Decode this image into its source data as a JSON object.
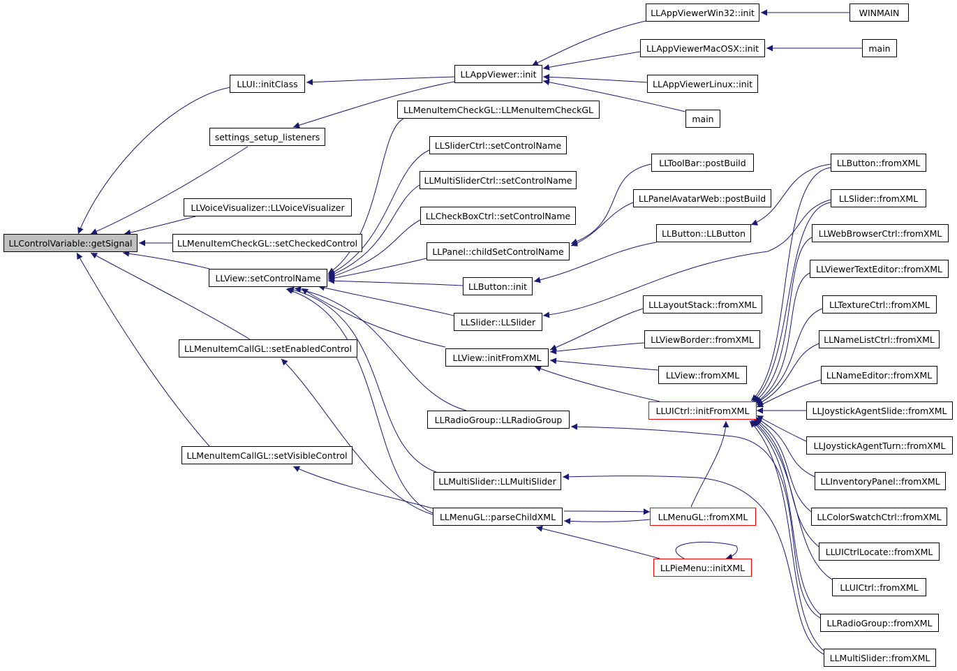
{
  "graph": {
    "edge_color": "#191970",
    "focus_fill": "#bfbfbf",
    "truncated_border": "#ff0000",
    "nodes": {
      "getSignal": "LLControlVariable::getSignal",
      "uiInitClass": "LLUI::initClass",
      "settingsSetup": "settings_setup_listeners",
      "voiceVisualizer": "LLVoiceVisualizer::LLVoiceVisualizer",
      "setCheckedControl": "LLMenuItemCheckGL::setCheckedControl",
      "viewSetControlName": "LLView::setControlName",
      "setEnabledControl": "LLMenuItemCallGL::setEnabledControl",
      "setVisibleControl": "LLMenuItemCallGL::setVisibleControl",
      "appViewerInit": "LLAppViewer::init",
      "menuItemCheckGL": "LLMenuItemCheckGL::LLMenuItemCheckGL",
      "sliderSetControlName": "LLSliderCtrl::setControlName",
      "multiSliderSetControlName": "LLMultiSliderCtrl::setControlName",
      "checkBoxSetControlName": "LLCheckBoxCtrl::setControlName",
      "panelChildSet": "LLPanel::childSetControlName",
      "buttonInit": "LLButton::init",
      "sliderCtor": "LLSlider::LLSlider",
      "viewInitFromXML": "LLView::initFromXML",
      "radioGroupCtor": "LLRadioGroup::LLRadioGroup",
      "multiSliderCtor": "LLMultiSlider::LLMultiSlider",
      "menuParseChild": "LLMenuGL::parseChildXML",
      "appWin32": "LLAppViewerWin32::init",
      "appMacOSX": "LLAppViewerMacOSX::init",
      "appLinux": "LLAppViewerLinux::init",
      "mainA": "main",
      "toolBarPost": "LLToolBar::postBuild",
      "panelAvatarWeb": "LLPanelAvatarWeb::postBuild",
      "buttonCtor": "LLButton::LLButton",
      "layoutStack": "LLLayoutStack::fromXML",
      "viewBorder": "LLViewBorder::fromXML",
      "viewFromXML": "LLView::fromXML",
      "uiCtrlInitFromXML": "LLUICtrl::initFromXML",
      "menuFromXML": "LLMenuGL::fromXML",
      "pieMenuInit": "LLPieMenu::initXML",
      "winmain": "WINMAIN",
      "mainB": "main",
      "buttonFromXML": "LLButton::fromXML",
      "sliderFromXML": "LLSlider::fromXML",
      "webBrowser": "LLWebBrowserCtrl::fromXML",
      "viewerTextEditor": "LLViewerTextEditor::fromXML",
      "textureCtrl": "LLTextureCtrl::fromXML",
      "nameListCtrl": "LLNameListCtrl::fromXML",
      "nameEditor": "LLNameEditor::fromXML",
      "joystickSlide": "LLJoystickAgentSlide::fromXML",
      "joystickTurn": "LLJoystickAgentTurn::fromXML",
      "inventoryPanel": "LLInventoryPanel::fromXML",
      "colorSwatch": "LLColorSwatchCtrl::fromXML",
      "uiCtrlLocate": "LLUICtrlLocate::fromXML",
      "uiCtrlFromXML": "LLUICtrl::fromXML",
      "radioGroupFromXML": "LLRadioGroup::fromXML",
      "multiSliderFromXML": "LLMultiSlider::fromXML"
    }
  }
}
